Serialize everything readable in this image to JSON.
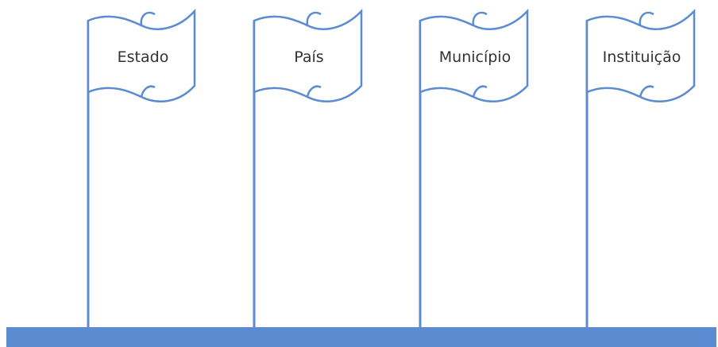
{
  "colors": {
    "accent": "#5b8bd1",
    "pole": "#5b8bd1",
    "ground": "#5b8bd1",
    "flag_fill": "#ffffff",
    "text": "#333333"
  },
  "flags": [
    {
      "label": "Estado"
    },
    {
      "label": "País"
    },
    {
      "label": "Município"
    },
    {
      "label": "Instituição"
    }
  ]
}
